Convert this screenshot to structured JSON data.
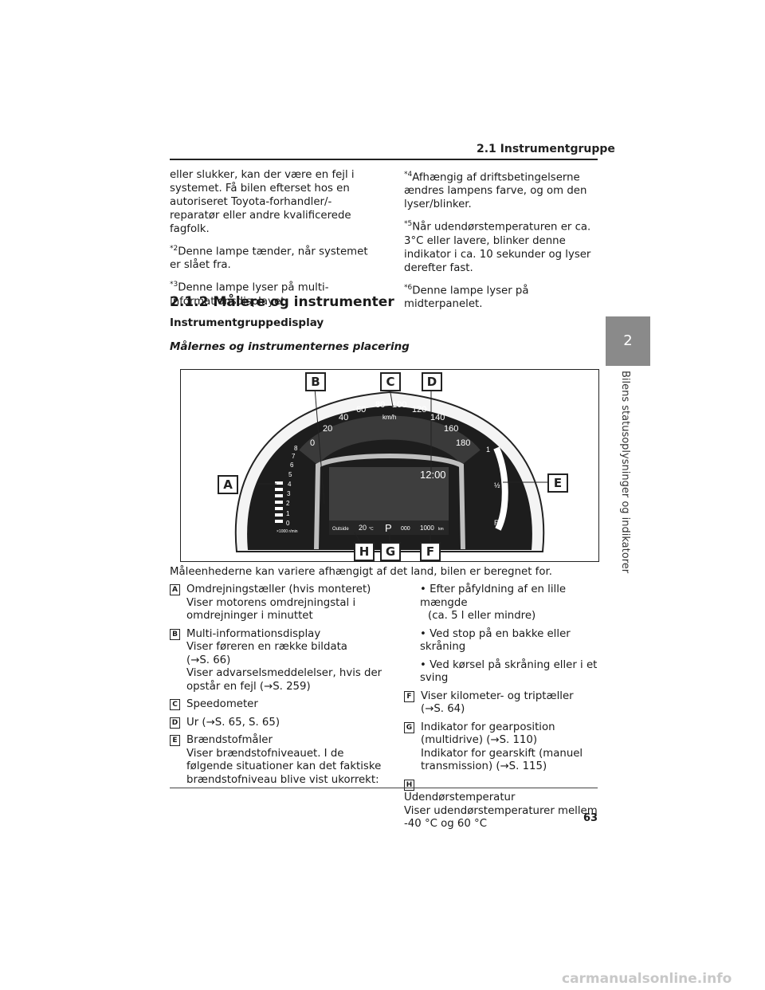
{
  "header": {
    "title": "2.1  Instrumentgruppe"
  },
  "side_tab": {
    "number": "2",
    "text": "Bilens statusoplysninger og indikatorer"
  },
  "left_column": {
    "p1": "eller slukker, kan der være en fejl i systemet. Få bilen efterset hos en autoriseret Toyota-forhandler/-reparatør eller andre kvalificerede fagfolk.",
    "n2_mark": "*2",
    "n2": "Denne lampe tænder, når systemet er slået fra.",
    "n3_mark": "*3",
    "n3": "Denne lampe lyser på multi-informationsdisplayet."
  },
  "right_column": {
    "n4_mark": "*4",
    "n4": "Afhængig af driftsbetingelserne ændres lampens farve, og om den lyser/blinker.",
    "n5_mark": "*5",
    "n5": "Når udendørstemperaturen er ca. 3°C eller lavere, blinker denne indikator i ca. 10 sekunder og lyser derefter fast.",
    "n6_mark": "*6",
    "n6": "Denne lampe lyser på midterpanelet."
  },
  "section": {
    "heading": "2.1.2  Målere og instrumenter",
    "subheading": "Instrumentgruppedisplay",
    "subsubheading": "Målernes og instrumenternes placering"
  },
  "figure": {
    "labels": [
      "A",
      "B",
      "C",
      "D",
      "E",
      "F",
      "G",
      "H"
    ],
    "speed_ticks": [
      "0",
      "20",
      "40",
      "60",
      "80",
      "100",
      "120",
      "140",
      "160",
      "180"
    ],
    "speed_unit": "km/h",
    "rpm_ticks": [
      "0",
      "1",
      "2",
      "3",
      "4",
      "5",
      "6",
      "7",
      "8"
    ],
    "rpm_unit": "×1000 r/min",
    "fuel_marks": [
      "1",
      "½",
      "R"
    ],
    "clock": "12:00",
    "outside_label": "Outside",
    "outside_temp": "20",
    "temp_unit": "°C",
    "gear": "P",
    "trip": "000",
    "odo": "1000",
    "odo_unit": "km"
  },
  "caption": "Måleenhederne kan variere afhængigt af det land, bilen er beregnet for.",
  "items_left": [
    {
      "letter": "A",
      "lines": [
        "Omdrejningstæller (hvis monteret)",
        "Viser motorens omdrejningstal i",
        "omdrejninger i minuttet"
      ]
    },
    {
      "letter": "B",
      "lines": [
        "Multi-informationsdisplay",
        "Viser føreren en række bildata",
        "(→S. 66)",
        "Viser advarselsmeddelelser, hvis der",
        "opstår en fejl (→S. 259)"
      ]
    },
    {
      "letter": "C",
      "lines": [
        "Speedometer"
      ]
    },
    {
      "letter": "D",
      "lines": [
        "Ur (→S. 65, S. 65)"
      ]
    },
    {
      "letter": "E",
      "lines": [
        "Brændstofmåler",
        "Viser brændstofniveauet. I de",
        "følgende situationer kan det faktiske",
        "brændstofniveau blive vist ukorrekt:"
      ]
    }
  ],
  "bullets_right": [
    [
      "• Efter påfyldning af en lille mængde",
      "(ca. 5 l eller mindre)"
    ],
    [
      "• Ved stop på en bakke eller skråning"
    ],
    [
      "• Ved kørsel på skråning eller i et sving"
    ]
  ],
  "items_right": [
    {
      "letter": "F",
      "lines": [
        "Viser kilometer- og triptæller",
        "(→S. 64)"
      ]
    },
    {
      "letter": "G",
      "lines": [
        "Indikator for gearposition",
        "(multidrive) (→S. 110)",
        "Indikator for gearskift (manuel",
        "transmission) (→S. 115)"
      ]
    },
    {
      "letter": "H",
      "lines": [
        "Udendørstemperatur",
        "Viser udendørstemperaturer mellem",
        "-40 °C og 60 °C"
      ]
    }
  ],
  "page_number": "63",
  "watermark": "carmanualsonline.info"
}
